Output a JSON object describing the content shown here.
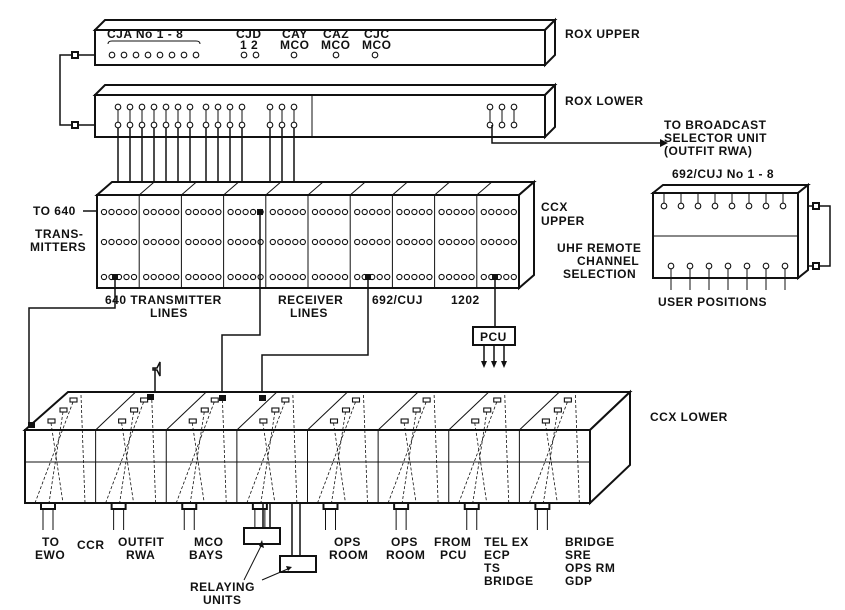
{
  "rox_upper": {
    "title": "ROX UPPER",
    "cja": "CJA No 1 - 8",
    "cjd": "CJD",
    "cjd_nums": "1 2",
    "cay": "CAY",
    "caz": "CAZ",
    "cjc": "CJC",
    "mco": "MCO"
  },
  "rox_lower": {
    "title": "ROX LOWER"
  },
  "broadcast": {
    "line1": "TO BROADCAST",
    "line2": "SELECTOR UNIT",
    "line3": "(OUTFIT RWA)"
  },
  "ccx_upper": {
    "title1": "CCX",
    "title2": "UPPER",
    "to_640_1": "TO 640",
    "to_640_2": "TRANS-",
    "to_640_3": "MITTERS",
    "tx_lines_1": "640 TRANSMITTER",
    "tx_lines_2": "LINES",
    "rx_lines_1": "RECEIVER",
    "rx_lines_2": "LINES",
    "cuj": "692/CUJ",
    "n1202": "1202"
  },
  "uhf": {
    "header": "692/CUJ No 1 - 8",
    "line1": "UHF REMOTE",
    "line2": "CHANNEL",
    "line3": "SELECTION",
    "footer": "USER POSITIONS"
  },
  "pcu": {
    "label": "PCU"
  },
  "ccx_lower": {
    "title": "CCX LOWER"
  },
  "bottom_labels": {
    "to_ewo_1": "TO",
    "to_ewo_2": "EWO",
    "ccr": "CCR",
    "outfit_1": "OUTFIT",
    "outfit_2": "RWA",
    "mco_1": "MCO",
    "mco_2": "BAYS",
    "ops1_1": "OPS",
    "ops1_2": "ROOM",
    "ops2_1": "OPS",
    "ops2_2": "ROOM",
    "from_pcu_1": "FROM",
    "from_pcu_2": "PCU",
    "telex_1": "TEL EX",
    "telex_2": "ECP",
    "telex_3": "TS",
    "telex_4": "BRIDGE",
    "bridge_1": "BRIDGE",
    "bridge_2": "SRE",
    "bridge_3": "OPS RM",
    "bridge_4": "GDP",
    "relaying_1": "RELAYING",
    "relaying_2": "UNITS"
  }
}
